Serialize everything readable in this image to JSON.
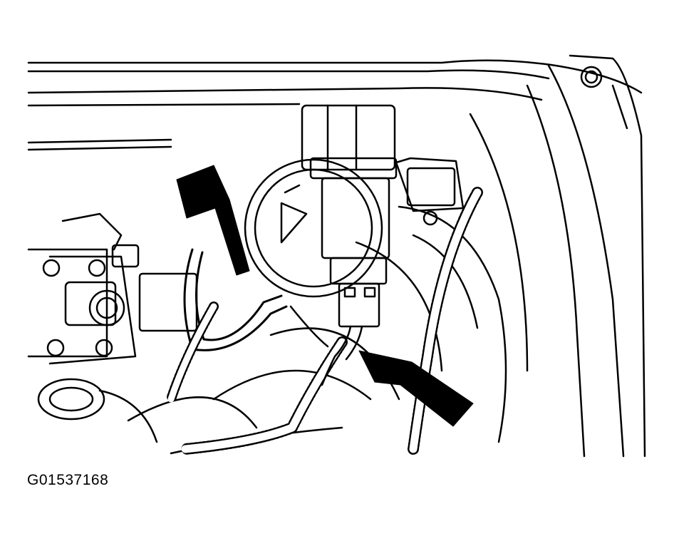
{
  "figure": {
    "caption_id": "G01537168",
    "colors": {
      "line": "#000000",
      "background": "#ffffff"
    },
    "callouts": [
      {
        "name": "arrow-upper-left",
        "direction": "down-right"
      },
      {
        "name": "arrow-lower-right",
        "direction": "up-left"
      }
    ]
  }
}
